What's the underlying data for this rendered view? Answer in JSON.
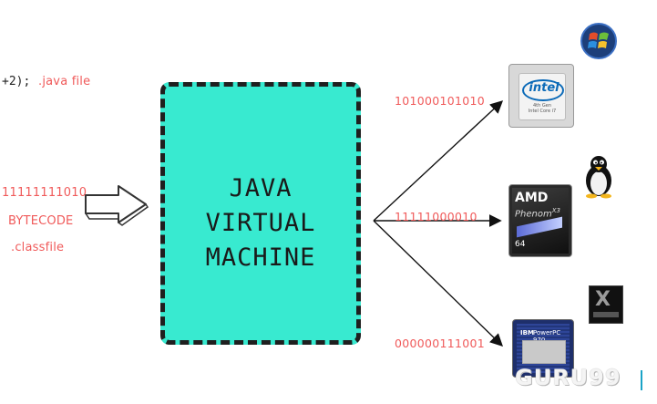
{
  "source_code": {
    "snippet": "+2);",
    "file_label": ".java file"
  },
  "bytecode_side": {
    "binary": "11111111010",
    "label": "BYTECODE",
    "file_label": ".classfile"
  },
  "jvm": {
    "line1": "JAVA",
    "line2": "VIRTUAL",
    "line3": "MACHINE"
  },
  "outputs": [
    {
      "binary": "101000101010",
      "cpu": "intel",
      "os": "windows"
    },
    {
      "binary": "11111000010",
      "cpu": "amd",
      "os": "linux"
    },
    {
      "binary": "000000111001",
      "cpu": "ibm-powerpc",
      "os": "mac-os-x"
    }
  ],
  "chips": {
    "intel": {
      "logo": "intel",
      "caption": "4th Gen\nIntel Core i7"
    },
    "amd": {
      "logo": "AMD",
      "model": "Phenom",
      "suffix": "X3",
      "bits": "64"
    },
    "ibm": {
      "line1": "IBM",
      "line2": "PowerPC 970"
    }
  },
  "watermark": "GURU99",
  "colors": {
    "jvm_fill": "#38ead0",
    "text_red": "#f05a5a",
    "arrow": "#111111"
  }
}
